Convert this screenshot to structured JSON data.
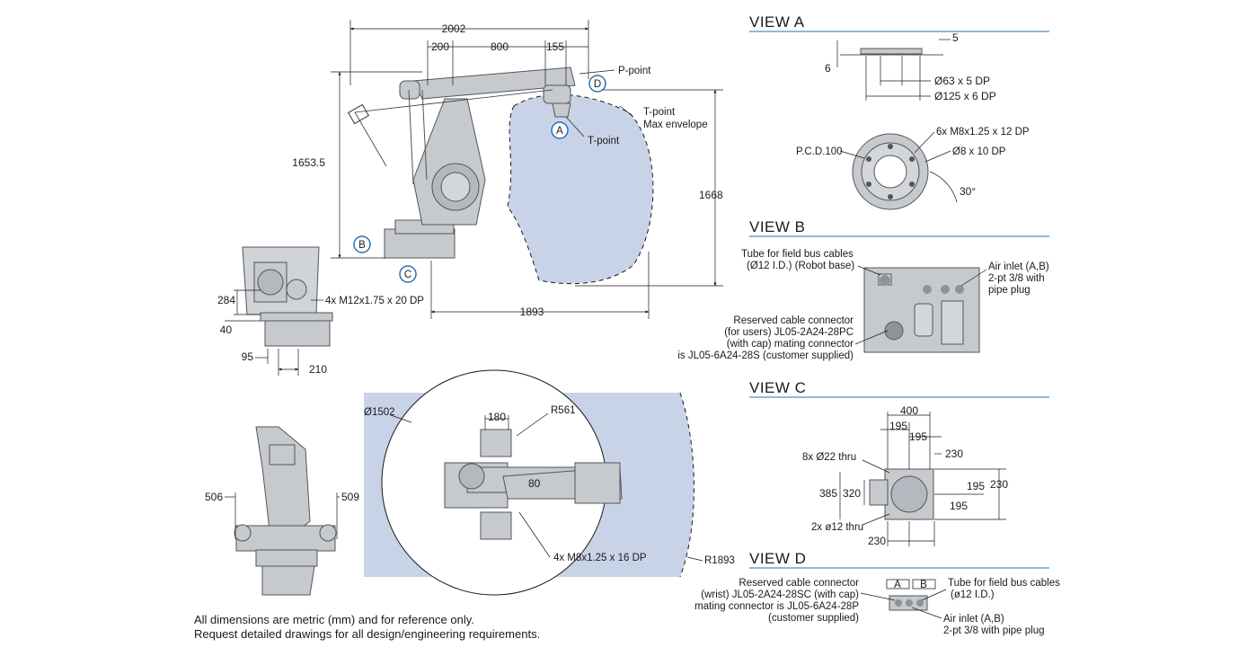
{
  "colors": {
    "envelope_fill": "#c9d3e8",
    "robot_fill": "#c6c9ce",
    "robot_dark": "#8e9399",
    "heading_rule": "#2a6fb5",
    "callout_ring": "#2a6fb5",
    "line": "#1a1a1a"
  },
  "side_view": {
    "dims": {
      "overall_width": "2002",
      "d200": "200",
      "d800": "800",
      "d155": "155",
      "height_left": "1653.5",
      "height_right": "1668",
      "reach_bottom": "1893"
    },
    "labels": {
      "p_point": "P-point",
      "t_point_envelope_1": "T-point",
      "t_point_envelope_2": "Max envelope",
      "t_point": "T-point"
    },
    "callouts": {
      "a": "A",
      "b": "B",
      "c": "C",
      "d": "D"
    }
  },
  "base_detail": {
    "d284": "284",
    "d40": "40",
    "d95": "95",
    "d210": "210",
    "bolts": "4x M12x1.75 x 20 DP"
  },
  "front_view": {
    "d506": "506",
    "d509": "509"
  },
  "top_view": {
    "d1502": "Ø1502",
    "d180": "180",
    "r561": "R561",
    "d80": "80",
    "bolts": "4x M8x1.25 x 16 DP",
    "r1893": "R1893"
  },
  "view_a": {
    "heading": "VIEW A",
    "d5": "5",
    "d6": "6",
    "d63": "Ø63 x 5 DP",
    "d125": "Ø125 x 6 DP",
    "m8": "6x M8x1.25 x 12 DP",
    "pcd": "P.C.D.100",
    "d8": "Ø8 x 10 DP",
    "angle": "30°"
  },
  "view_b": {
    "heading": "VIEW B",
    "tube_1": "Tube for field bus cables",
    "tube_2": "(Ø12 I.D.) (Robot base)",
    "air_1": "Air inlet (A,B)",
    "air_2": "2-pt 3/8 with",
    "air_3": "pipe plug",
    "conn_1": "Reserved cable connector",
    "conn_2": "(for users) JL05-2A24-28PC",
    "conn_3": "(with cap) mating connector",
    "conn_4": "is JL05-6A24-28S (customer supplied)"
  },
  "view_c": {
    "heading": "VIEW C",
    "d400": "400",
    "d195a": "195",
    "d195b": "195",
    "d230a": "230",
    "holes8": "8x Ø22 thru",
    "d385": "385",
    "d320": "320",
    "d195c": "195",
    "d230b": "230",
    "d195d": "195",
    "holes2": "2x ø12 thru",
    "d230c": "230"
  },
  "view_d": {
    "heading": "VIEW D",
    "conn_1": "Reserved cable connector",
    "conn_2": "(wrist) JL05-2A24-28SC (with cap)",
    "conn_3": "mating connector is JL05-6A24-28P",
    "conn_4": "(customer supplied)",
    "box_a": "A",
    "box_b": "B",
    "tube_1": "Tube for field bus cables",
    "tube_2": "(ø12 I.D.)",
    "air_1": "Air inlet (A,B)",
    "air_2": "2-pt 3/8 with pipe plug"
  },
  "notes": {
    "line1": "All dimensions are metric (mm) and for reference only.",
    "line2": "Request detailed drawings for all design/engineering requirements."
  }
}
